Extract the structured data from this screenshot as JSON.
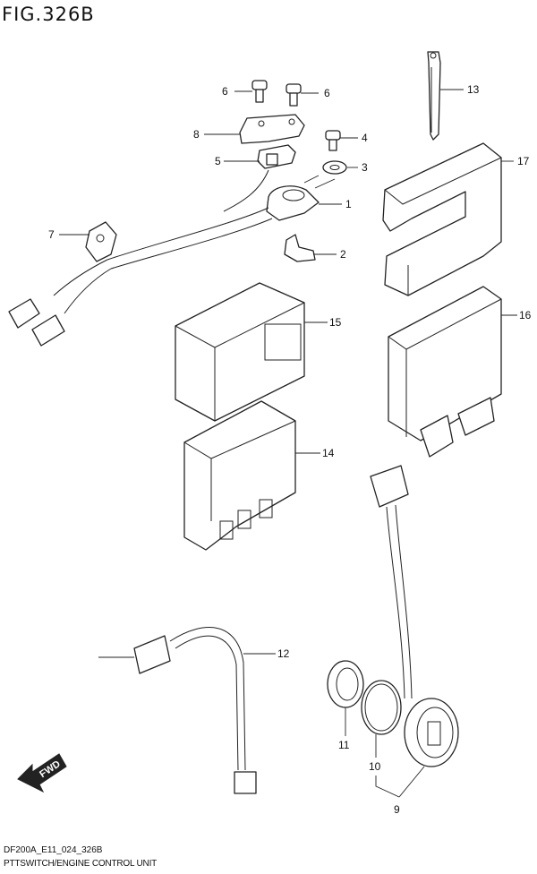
{
  "figure": {
    "title": "FIG.326B",
    "footer_code": "DF200A_E11_024_326B",
    "footer_title": "PTTSWITCH/ENGINE CONTROL UNIT"
  },
  "fwd_label": "FWD",
  "callouts": {
    "p1": "1",
    "p2": "2",
    "p3": "3",
    "p4": "4",
    "p5": "5",
    "p6a": "6",
    "p6b": "6",
    "p7": "7",
    "p8": "8",
    "p9": "9",
    "p10": "10",
    "p11": "11",
    "p12": "12",
    "p13": "13",
    "p14": "14",
    "p15": "15",
    "p16": "16",
    "p17": "17"
  }
}
